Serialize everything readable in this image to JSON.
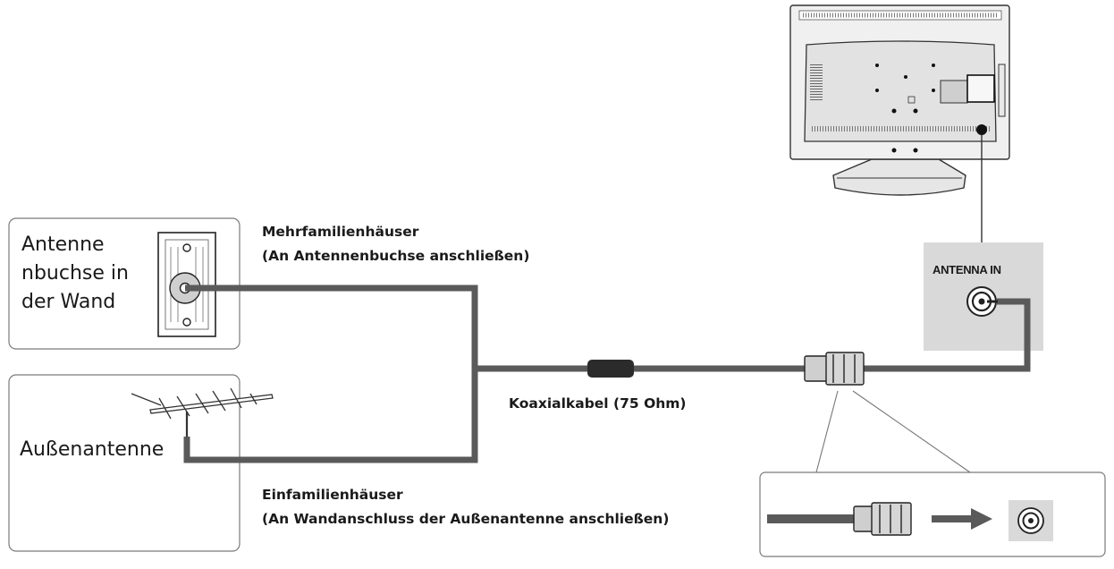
{
  "wall_socket": {
    "label_line1": "Antenne",
    "label_line2": "nbuchse in",
    "label_line3": "der Wand"
  },
  "outdoor_antenna": {
    "label": "Außenantenne"
  },
  "multi_family": {
    "title": "Mehrfamilienhäuser",
    "note": "(An Antennenbuchse anschließen)"
  },
  "single_family": {
    "title": "Einfamilienhäuser",
    "note": "(An Wandanschluss der Außenantenne anschließen)"
  },
  "cable": {
    "label": "Koaxialkabel (75 Ohm)"
  },
  "tv_port": {
    "label": "ANTENNA IN"
  },
  "colors": {
    "cable": "#5a5a5a",
    "panel": "#d9d9d9",
    "box_border": "#7a7a7a",
    "text": "#1a1a1a"
  }
}
